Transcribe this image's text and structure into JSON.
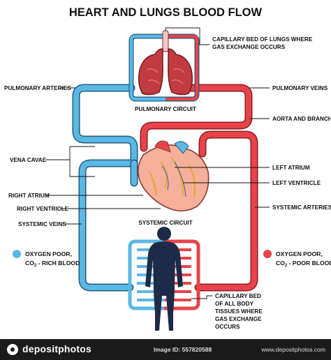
{
  "title": "HEART AND LUNGS BLOOD FLOW",
  "labels": {
    "capillary_lungs_1": "CAPILLARY BED OF LUNGS WHERE",
    "capillary_lungs_2": "GAS EXCHANGE OCCURS",
    "pulmonary_arteries": "PULMONARY ARTERIES",
    "pulmonary_veins": "PULMONARY VEINS",
    "pulmonary_circuit": "PULMONARY CIRCUIT",
    "aorta": "AORTA AND BRANCHES",
    "vena_cavae": "VENA CAVAE",
    "left_atrium": "LEFT ATRIUM",
    "left_ventricle": "LEFT VENTRICLE",
    "right_atrium": "RIGHT ATRIUM",
    "right_ventricle": "RIGHT VENTRICLE",
    "systemic_arteries": "SYSTEMIC ARTERIES",
    "systemic_veins": "SYSTEMIC VEINS",
    "systemic_circuit": "SYSTEMIC CIRCUIT",
    "capillary_body_1": "CAPILLARY BED",
    "capillary_body_2": "OF ALL BODY",
    "capillary_body_3": "TISSUES WHERE",
    "capillary_body_4": "GAS EXCHANGE",
    "capillary_body_5": "OCCURS"
  },
  "legend": {
    "blue_line1": "OXYGEN POOR,",
    "blue_line2_prefix": "CO",
    "blue_line2_sub": "2",
    "blue_line2_suffix": " - RICH BLOOD",
    "red_line1": "OXYGEN POOR,",
    "red_line2_prefix": "CO",
    "red_line2_sub": "2",
    "red_line2_suffix": " - POOR BLOOD"
  },
  "colors": {
    "blue": "#5bb8e4",
    "red": "#e8434a",
    "heart": "#f0a090",
    "lung": "#c23b40",
    "body": "#1d2a48"
  },
  "footer": {
    "brand": "depositphotos",
    "image_id": "Image ID: 557820588",
    "site": "www.depositphotos.com"
  }
}
